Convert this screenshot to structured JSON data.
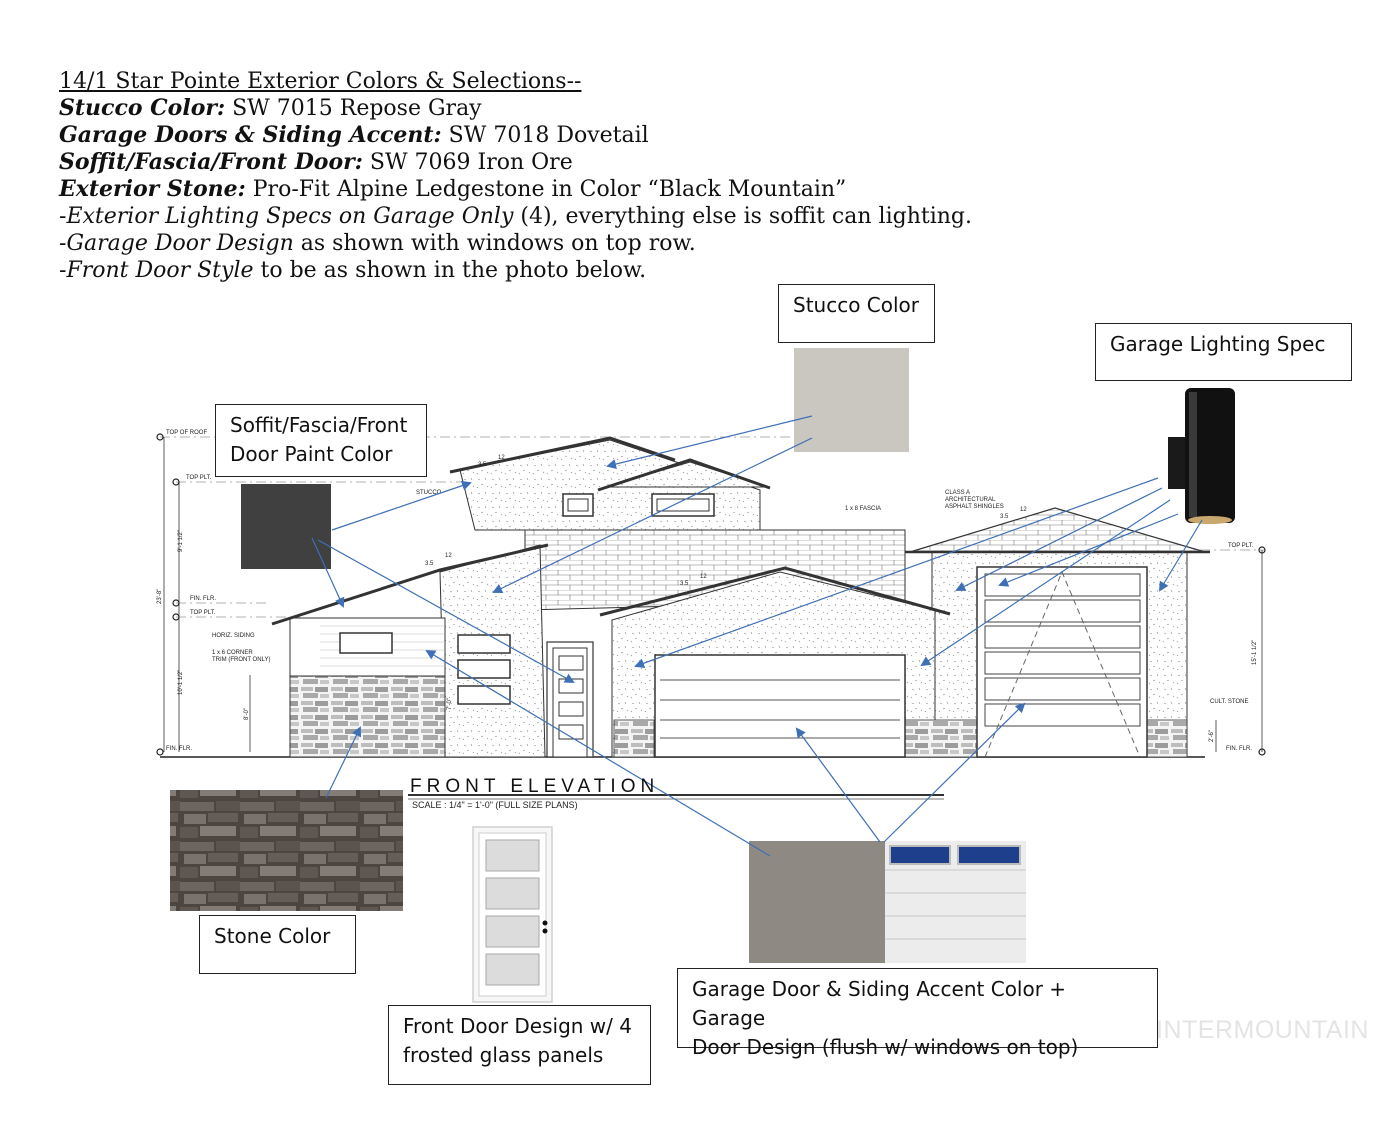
{
  "header": {
    "title": "14/1 Star Pointe Exterior Colors & Selections--",
    "stucco_label": "Stucco Color:",
    "stucco_value": " SW 7015 Repose Gray",
    "garage_label": "Garage Doors & Siding Accent:",
    "garage_value": " SW 7018 Dovetail",
    "soffit_label": "Soffit/Fascia/Front Door:",
    "soffit_value": " SW 7069 Iron Ore",
    "stone_label": "Exterior Stone:",
    "stone_value": " Pro-Fit Alpine Ledgestone in Color “Black Mountain”",
    "lighting_prefix": "-",
    "lighting_italic": "Exterior Lighting Specs on Garage Only",
    "lighting_rest": " (4), everything else is soffit can lighting.",
    "garage_design_prefix": "-",
    "garage_design_italic": "Garage Door Design",
    "garage_design_rest": " as shown with windows on top row.",
    "front_door_prefix": "-",
    "front_door_italic": "Front Door Style",
    "front_door_rest": " to be as shown in the photo below."
  },
  "callouts": {
    "stucco": "Stucco Color",
    "garage_lighting": "Garage Lighting Spec",
    "soffit_line1": "Soffit/Fascia/Front",
    "soffit_line2": "Door Paint Color",
    "stone": "Stone Color",
    "front_door_line1": "Front Door Design w/ 4",
    "front_door_line2": "frosted glass panels",
    "garage_door_line1": "Garage Door & Siding Accent Color + Garage",
    "garage_door_line2": "Door Design (flush w/ windows on top)"
  },
  "drawing": {
    "title": "FRONT ELEVATION",
    "scale": "SCALE : 1/4\" = 1'-0\" (FULL SIZE PLANS)",
    "labels": {
      "top_of_roof": "TOP OF ROOF",
      "top_plt": "TOP PLT.",
      "fin_flr": "FIN. FLR.",
      "stucco": "STUCCO",
      "fascia": "1 x 8 FASCIA",
      "shingles_1": "CLASS A",
      "shingles_2": "ARCHITECTURAL",
      "shingles_3": "ASPHALT SHINGLES",
      "horiz_siding": "HORIZ. SIDING",
      "corner_trim_1": "1 x 6 CORNER",
      "corner_trim_2": "TRIM (FRONT ONLY)",
      "cult_stone": "CULT. STONE",
      "pitch_12": "12",
      "pitch_35": "3.5",
      "dim_total": "23'-8\"",
      "dim_upper": "9'-1 1/2\"",
      "dim_lower": "10'-1 1/2\"",
      "dim_right": "15'-1 1/2\"",
      "dim_8": "8'-0\"",
      "dim_7": "7'-0\"",
      "dim_2": "2'-6\""
    }
  },
  "watermark": "INTERMOUNTAIN",
  "colors": {
    "stucco_swatch": "#c9c7c0",
    "soffit_swatch": "#404040",
    "garage_swatch": "#8f8984",
    "arrow": "#3f6fb5"
  }
}
